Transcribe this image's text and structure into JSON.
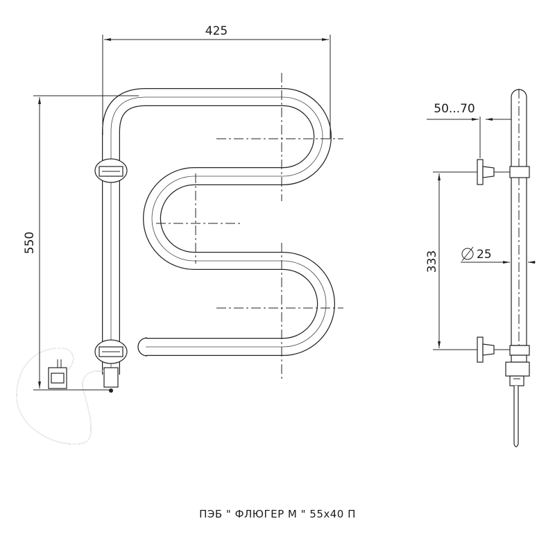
{
  "dimensions": {
    "width": "425",
    "height": "550",
    "offset": "50...70",
    "mount_spacing": "333",
    "diameter": "25"
  },
  "caption": "ПЭБ \" ФЛЮГЕР М \" 55х40 П"
}
